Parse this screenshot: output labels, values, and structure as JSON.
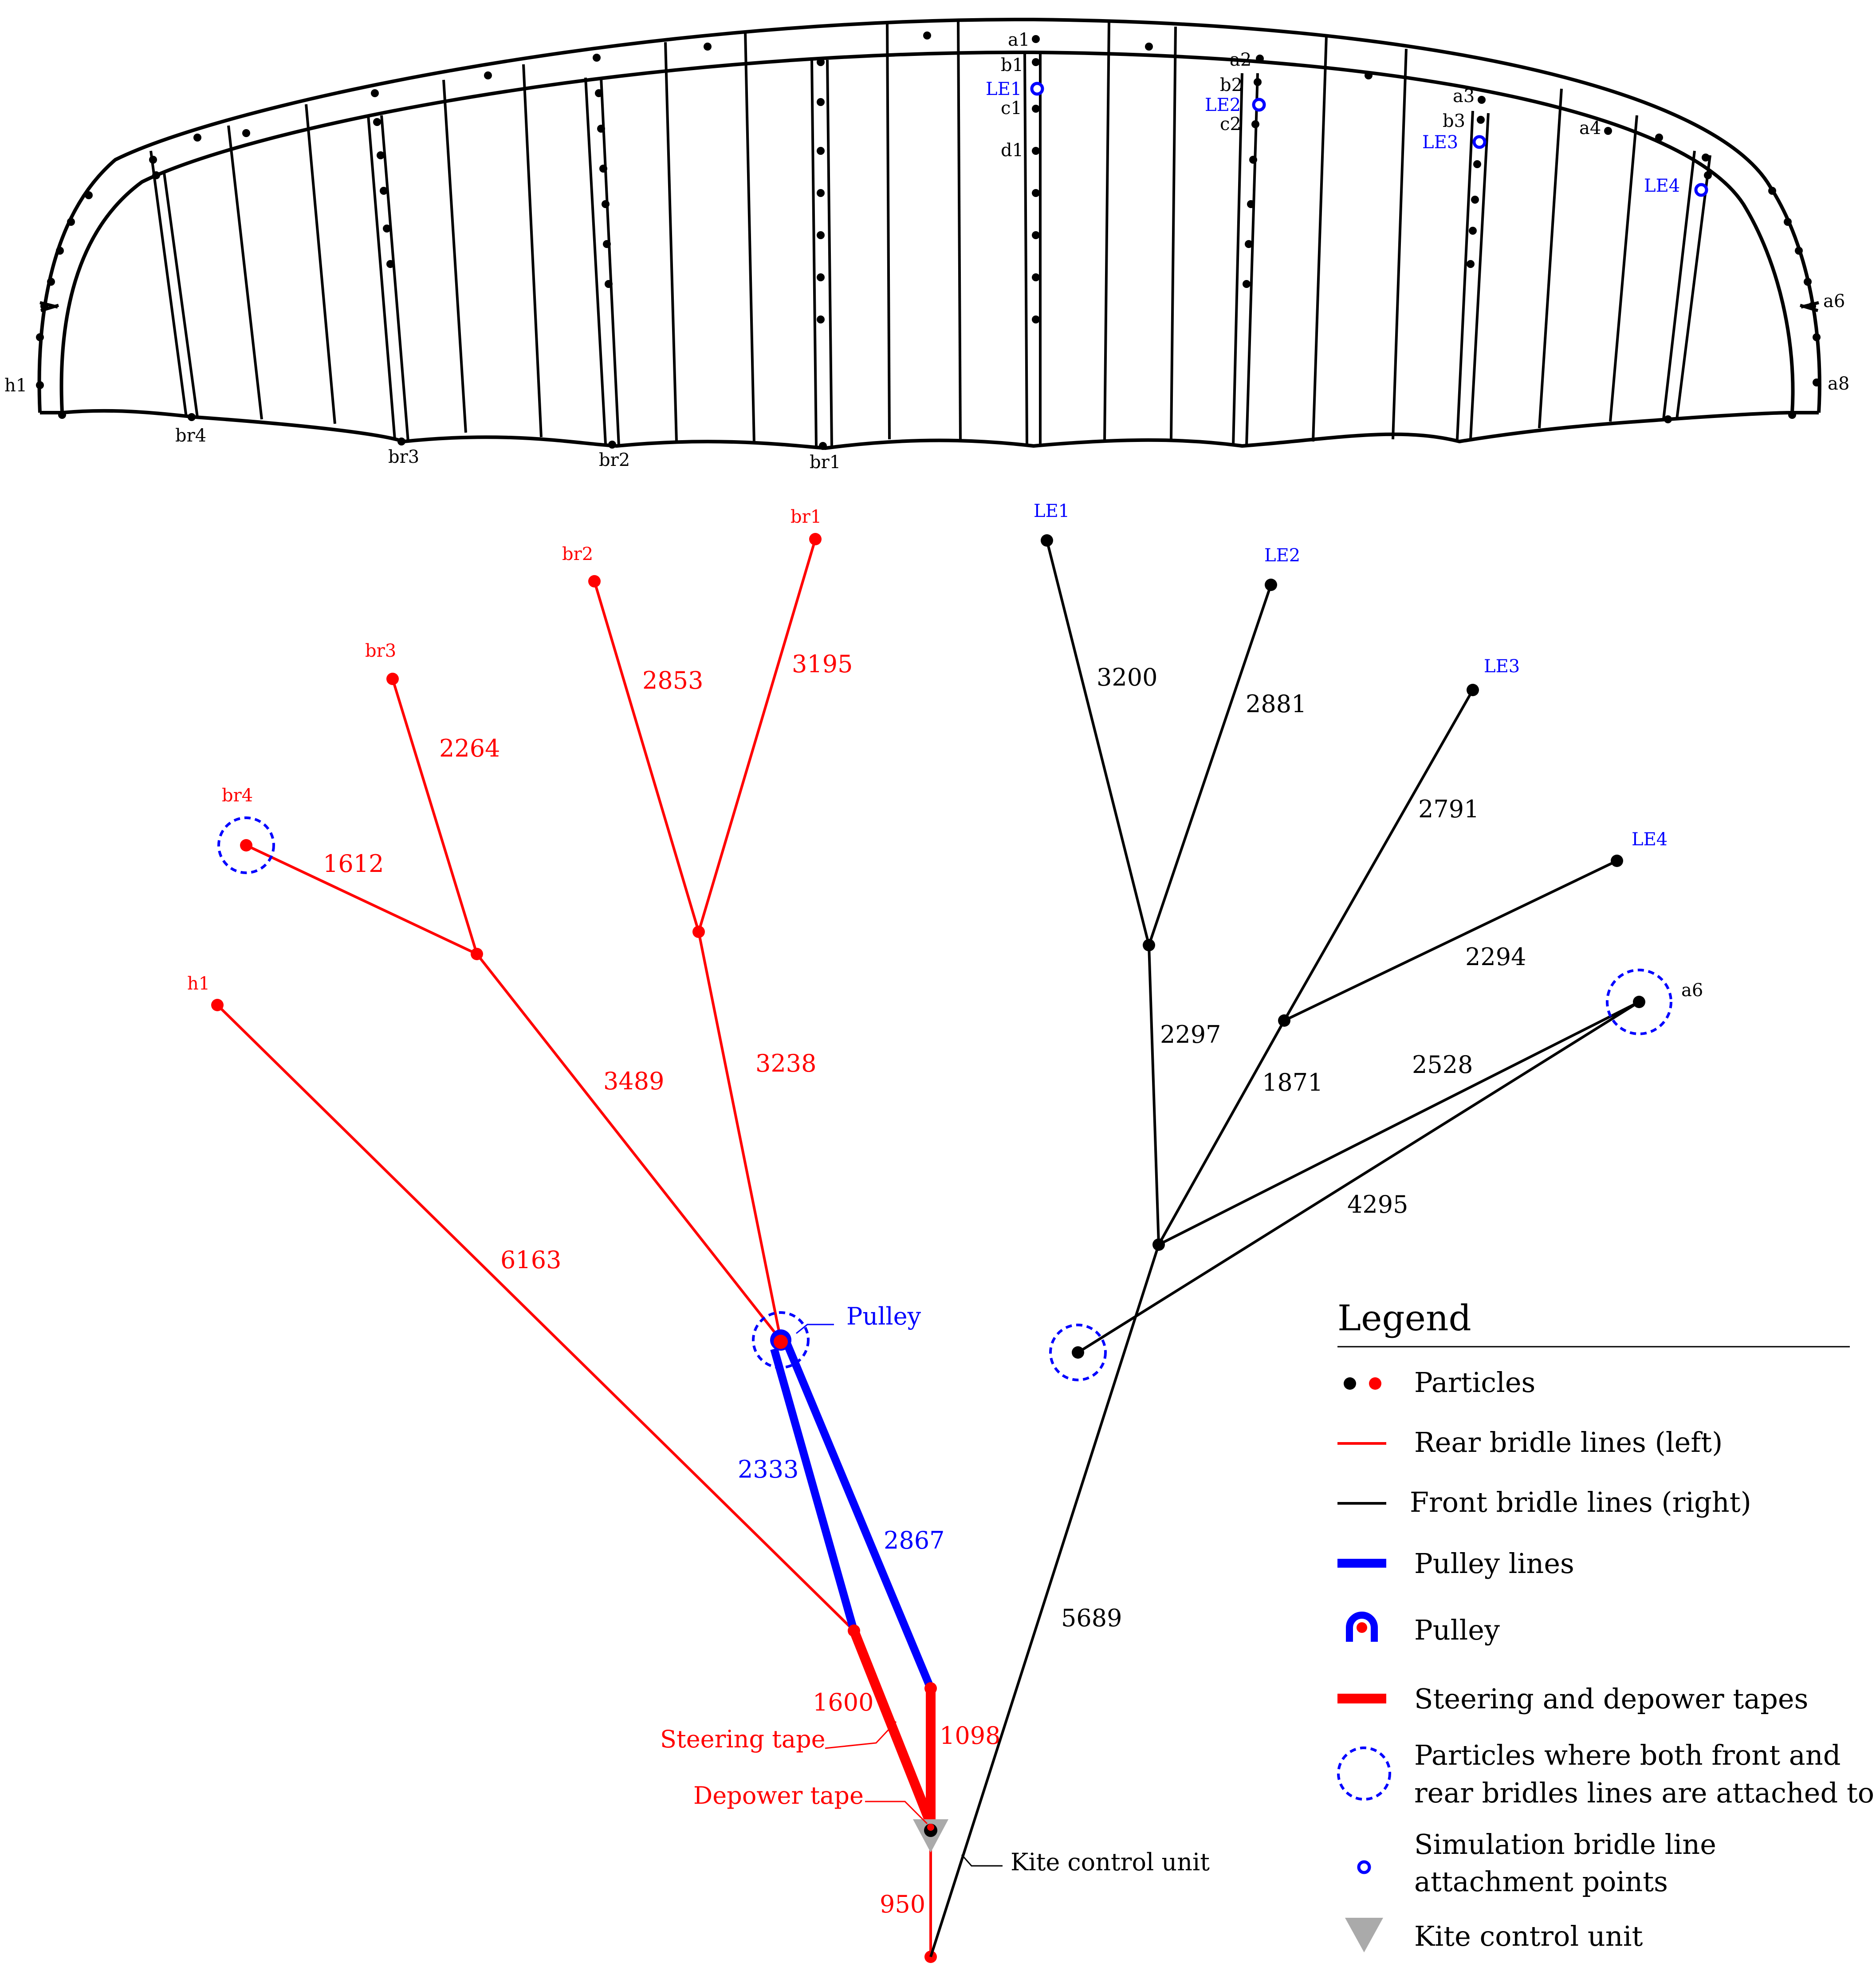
{
  "colors": {
    "rear": "#ff0000",
    "front": "#000000",
    "pulley_line": "#0000ff",
    "label_blue": "#0000ff",
    "kcu": "#aaaaaa"
  },
  "kite_labels": {
    "a1": "a1",
    "b1": "b1",
    "LE1": "LE1",
    "c1": "c1",
    "d1": "d1",
    "a2": "a2",
    "b2": "b2",
    "LE2": "LE2",
    "c2": "c2",
    "a3": "a3",
    "b3": "b3",
    "LE3": "LE3",
    "a4": "a4",
    "LE4": "LE4",
    "a6": "a6",
    "a8": "a8",
    "h1": "h1",
    "br1": "br1",
    "br2": "br2",
    "br3": "br3",
    "br4": "br4"
  },
  "node_labels": {
    "br1": "br1",
    "br2": "br2",
    "br3": "br3",
    "br4": "br4",
    "h1": "h1",
    "LE1": "LE1",
    "LE2": "LE2",
    "LE3": "LE3",
    "LE4": "LE4",
    "a6": "a6",
    "pulley": "Pulley",
    "steering_tape": "Steering tape",
    "depower_tape": "Depower tape",
    "kcu": "Kite control unit"
  },
  "line_lengths": {
    "br1": "3195",
    "br2": "2853",
    "br3": "2264",
    "br4": "1612",
    "br_main": "3238",
    "br_mid": "3489",
    "h1": "6163",
    "pulley_left": "2333",
    "pulley_right": "2867",
    "steering": "1600",
    "depower": "1098",
    "bottom": "950",
    "le1": "3200",
    "le2": "2881",
    "le3": "2791",
    "le4": "2294",
    "front_upper": "2297",
    "front_mid": "1871",
    "a6_upper": "2528",
    "a6_lower": "4295",
    "front_main": "5689"
  },
  "legend": {
    "title": "Legend",
    "particles": "Particles",
    "rear": "Rear bridle lines (left)",
    "front": "Front bridle lines (right)",
    "pulley_lines": "Pulley lines",
    "pulley": "Pulley",
    "tapes": "Steering and depower tapes",
    "shared_1": "Particles where both front and",
    "shared_2": "rear bridles lines are attached to",
    "sim_1": "Simulation bridle line",
    "sim_2": "attachment points",
    "kcu": "Kite control unit"
  }
}
